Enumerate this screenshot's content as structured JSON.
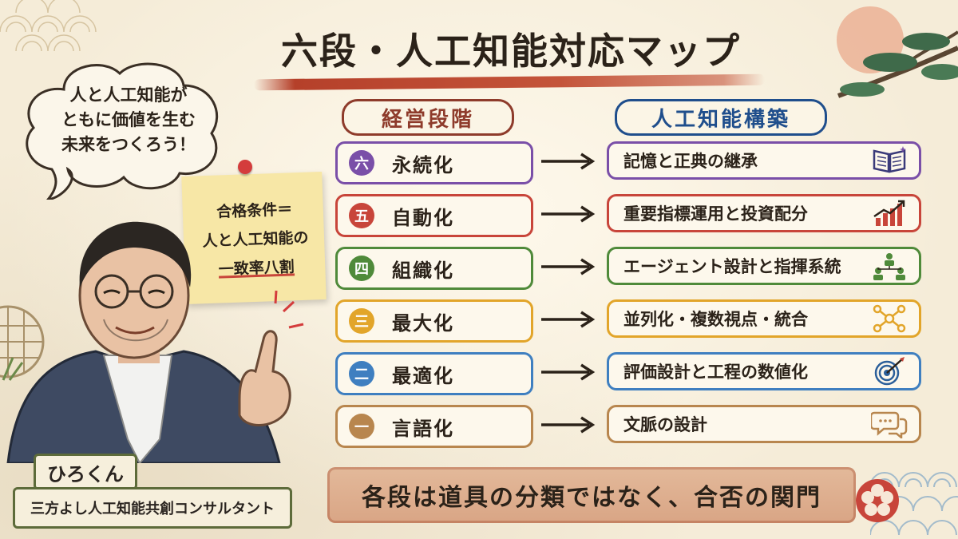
{
  "title": "六段・人工知能対応マップ",
  "headers": {
    "stage": "経営段階",
    "build": "人工知能構築"
  },
  "rows": [
    {
      "badge": "六",
      "stage": "永続化",
      "build": "記憶と正典の継承",
      "color": "#7a4fa8",
      "icon": "book-icon"
    },
    {
      "badge": "五",
      "stage": "自動化",
      "build": "重要指標運用と投資配分",
      "color": "#c8453a",
      "icon": "growth-chart-icon"
    },
    {
      "badge": "四",
      "stage": "組織化",
      "build": "エージェント設計と指揮系統",
      "color": "#4f8a3a",
      "icon": "org-chart-icon"
    },
    {
      "badge": "三",
      "stage": "最大化",
      "build": "並列化・複数視点・統合",
      "color": "#e2a52a",
      "icon": "network-icon"
    },
    {
      "badge": "二",
      "stage": "最適化",
      "build": "評価設計と工程の数値化",
      "color": "#3f7fc0",
      "icon": "target-icon"
    },
    {
      "badge": "一",
      "stage": "言語化",
      "build": "文脈の設計",
      "color": "#b8864e",
      "icon": "chat-bubbles-icon"
    }
  ],
  "banner": "各段は道具の分類ではなく、合否の関門",
  "speech": {
    "line1": "人と人工知能が",
    "line2": "ともに価値を生む",
    "line3": "未来をつくろう！"
  },
  "note": {
    "line1": "合格条件＝",
    "line2": "人と人工知能の",
    "line3": "一致率八割"
  },
  "person": {
    "name": "ひろくん",
    "role": "三方よし人工知能共創コンサルタント"
  },
  "colors": {
    "accent_red": "#b5402a",
    "accent_blue": "#1f4e8c",
    "paper": "#f5ecd8"
  }
}
